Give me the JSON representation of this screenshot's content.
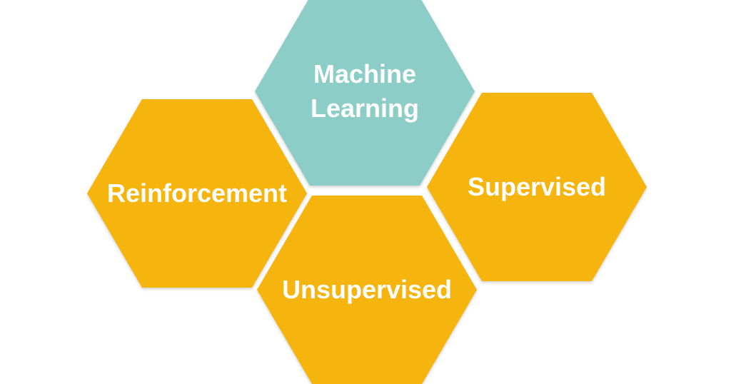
{
  "page": {
    "background_color": "#FFFFFF"
  },
  "diagram": {
    "type": "honeycomb-hexagon-diagram",
    "colors": {
      "teal": "#8CCEC7",
      "yellow": "#F6B40F",
      "label_text": "#FFFFFF"
    },
    "hexagons": [
      {
        "key": "machine-learning",
        "label": "Machine Learning",
        "fill": "#8CCEC7",
        "text_color": "#FFFFFF",
        "position": "top-center"
      },
      {
        "key": "reinforcement",
        "label": "Reinforcement",
        "fill": "#F6B40F",
        "text_color": "#FFFFFF",
        "position": "middle-left"
      },
      {
        "key": "supervised",
        "label": "Supervised",
        "fill": "#F6B40F",
        "text_color": "#FFFFFF",
        "position": "middle-right"
      },
      {
        "key": "unsupervised",
        "label": "Unsupervised",
        "fill": "#F6B40F",
        "text_color": "#FFFFFF",
        "position": "bottom-center"
      }
    ]
  }
}
